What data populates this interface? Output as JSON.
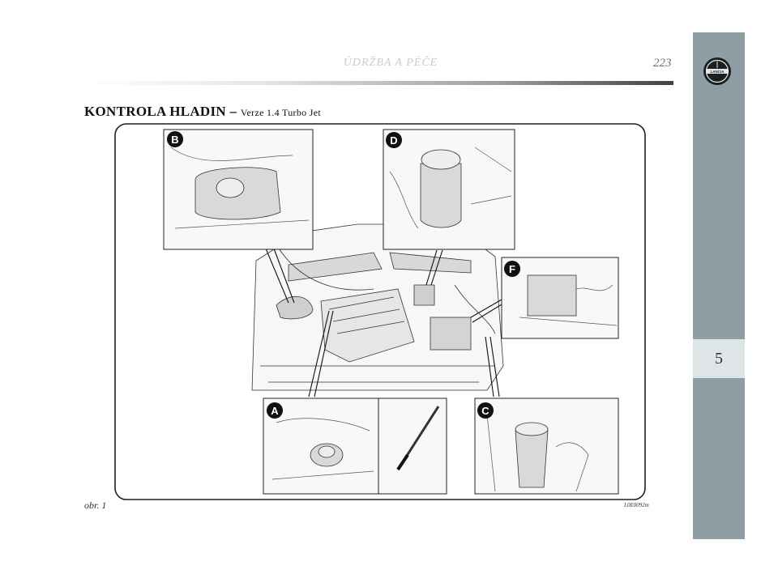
{
  "header": {
    "title": "ÚDRŽBA A PÉČE",
    "page_number": "223"
  },
  "sidebar": {
    "chapter_number": "5",
    "logo_text": "LANCIA",
    "tab_color": "#8e9ea4"
  },
  "section": {
    "title": "KONTROLA HLADIN –",
    "subtitle": "Verze 1.4 Turbo Jet"
  },
  "figure": {
    "caption": "obr. 1",
    "code": "L0E0092m",
    "callouts": [
      {
        "id": "B",
        "label": "B"
      },
      {
        "id": "D",
        "label": "D"
      },
      {
        "id": "F",
        "label": "F"
      },
      {
        "id": "A",
        "label": "A"
      },
      {
        "id": "C",
        "label": "C"
      }
    ]
  }
}
